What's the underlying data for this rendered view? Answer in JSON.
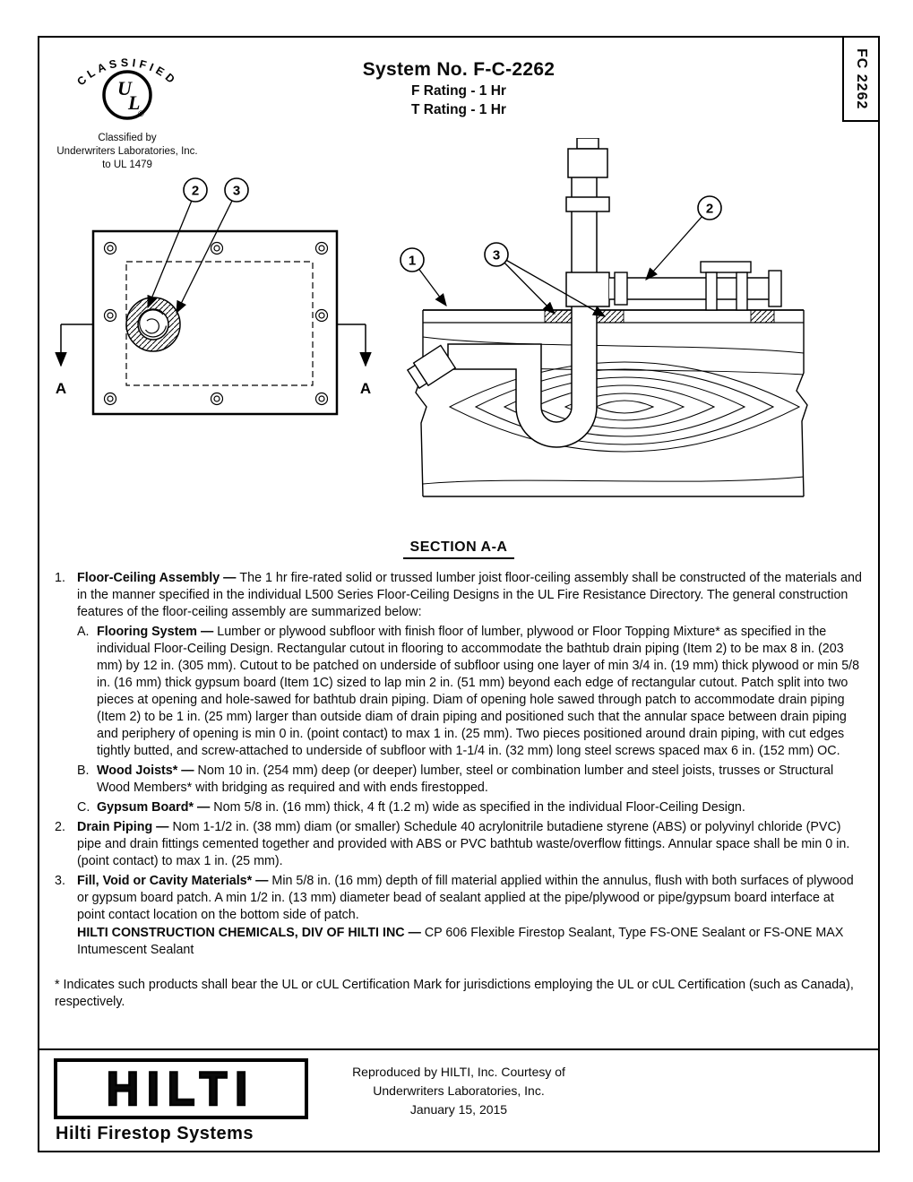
{
  "page": {
    "doc_id_vertical": "FC 2262"
  },
  "header": {
    "system_no": "System No. F-C-2262",
    "f_rating": "F Rating - 1 Hr",
    "t_rating": "T Rating - 1 Hr",
    "ul": {
      "arc_text": "CLASSIFIED",
      "mark_u": "U",
      "mark_l": "L",
      "registered": "®",
      "line1": "Classified by",
      "line2": "Underwriters Laboratories, Inc.",
      "line3": "to UL 1479"
    }
  },
  "drawings": {
    "section_label": "SECTION A-A",
    "plan": {
      "callout2": "2",
      "callout3": "3",
      "arrow_label": "A"
    },
    "section": {
      "callout1": "1",
      "callout2": "2",
      "callout3": "3"
    }
  },
  "body": {
    "paragraphs": [
      {
        "num": "1.",
        "lead": "Floor-Ceiling Assembly — ",
        "rest": "The 1 hr fire-rated solid or trussed lumber joist floor-ceiling assembly shall be constructed of the materials and in the manner specified in the individual L500 Series Floor-Ceiling Designs in the UL Fire Resistance Directory. The general construction features of the floor-ceiling assembly are summarized below:"
      },
      {
        "num": "A.",
        "lead": "Flooring System — ",
        "rest": "Lumber or plywood subfloor with finish floor of lumber, plywood or Floor Topping Mixture* as specified in the individual Floor-Ceiling Design. Rectangular cutout in flooring to accommodate the bathtub drain piping (Item 2) to be max 8 in. (203 mm) by 12 in. (305 mm). Cutout to be patched on underside of subfloor using one layer of min 3/4 in. (19 mm) thick plywood or min 5/8 in. (16 mm) thick gypsum board (Item 1C) sized to lap min 2 in. (51 mm) beyond each edge of rectangular cutout. Patch split into two pieces at opening and hole-sawed for bathtub drain piping. Diam of opening hole sawed through patch to accommodate drain piping (Item 2) to be 1 in. (25 mm) larger than outside diam of drain piping and positioned such that the annular space between drain piping and periphery of opening is min 0 in. (point contact) to max 1 in. (25 mm). Two pieces positioned around drain piping, with cut edges tightly butted, and screw-attached to underside of subfloor with 1-1/4 in. (32 mm) long steel screws spaced max 6 in. (152 mm) OC."
      },
      {
        "num": "B.",
        "lead": "Wood Joists* — ",
        "rest": "Nom 10 in. (254 mm) deep (or deeper) lumber, steel or combination lumber and steel joists, trusses or Structural Wood Members* with bridging as required and with ends firestopped."
      },
      {
        "num": "C.",
        "lead": "Gypsum Board* — ",
        "rest": "Nom 5/8 in. (16 mm) thick, 4 ft (1.2 m) wide as specified in the individual Floor-Ceiling Design."
      },
      {
        "num": "2.",
        "lead": "Drain Piping — ",
        "rest": "Nom 1-1/2 in. (38 mm) diam (or smaller) Schedule 40 acrylonitrile butadiene styrene (ABS) or polyvinyl chloride (PVC) pipe and drain fittings cemented together and provided with ABS or PVC bathtub waste/overflow fittings. Annular space shall be min 0 in. (point contact) to max 1 in. (25 mm)."
      },
      {
        "num": "3.",
        "lead": "Fill, Void or Cavity Materials* — ",
        "rest": "Min 5/8 in. (16 mm) depth of fill material applied within the annulus, flush with both surfaces of plywood or gypsum board patch. A min 1/2 in. (13 mm) diameter bead of sealant applied at the pipe/plywood or pipe/gypsum board interface at point contact location on the bottom side of patch."
      },
      {
        "num": "",
        "lead": "HILTI CONSTRUCTION CHEMICALS, DIV OF HILTI INC — ",
        "rest": "CP 606 Flexible Firestop Sealant, Type FS-ONE Sealant or FS-ONE MAX Intumescent Sealant"
      },
      {
        "num": "",
        "lead": "",
        "rest": "* Indicates such products shall bear the UL or cUL Certification Mark for jurisdictions employing the UL or cUL Certification (such as Canada), respectively."
      }
    ]
  },
  "footer": {
    "brand": "HILTI",
    "tagline": "Hilti Firestop Systems",
    "repro_line1": "Reproduced by HILTI, Inc. Courtesy of",
    "repro_line2": "Underwriters Laboratories, Inc.",
    "repro_line3": "January 15, 2015"
  }
}
